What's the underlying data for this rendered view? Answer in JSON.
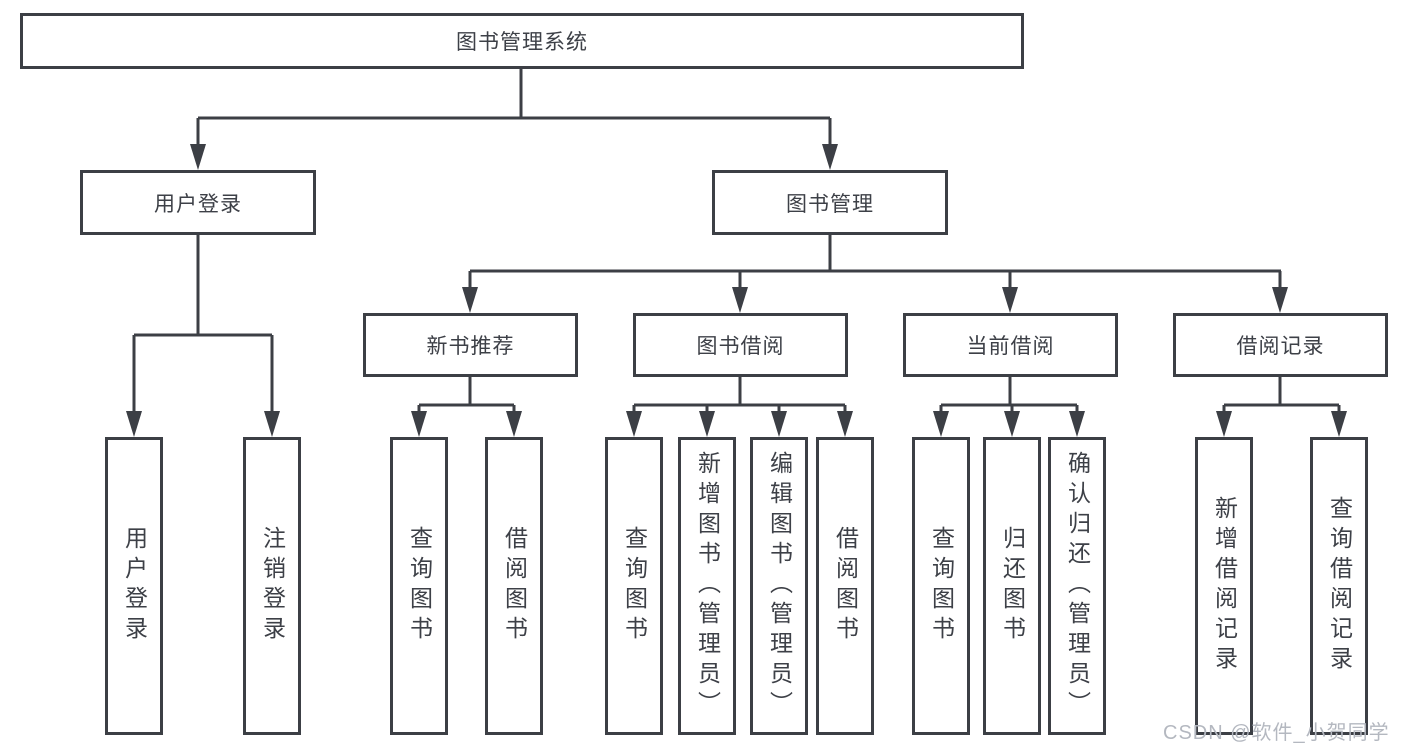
{
  "tree": {
    "root": {
      "label": "图书管理系统",
      "children": [
        {
          "label": "用户登录",
          "children": [
            {
              "label": "用户登录"
            },
            {
              "label": "注销登录"
            }
          ]
        },
        {
          "label": "图书管理",
          "children": [
            {
              "label": "新书推荐",
              "children": [
                {
                  "label": "查询图书"
                },
                {
                  "label": "借阅图书"
                }
              ]
            },
            {
              "label": "图书借阅",
              "children": [
                {
                  "label": "查询图书"
                },
                {
                  "label": "新增图书（管理员）"
                },
                {
                  "label": "编辑图书（管理员）"
                },
                {
                  "label": "借阅图书"
                }
              ]
            },
            {
              "label": "当前借阅",
              "children": [
                {
                  "label": "查询图书"
                },
                {
                  "label": "归还图书"
                },
                {
                  "label": "确认归还（管理员）"
                }
              ]
            },
            {
              "label": "借阅记录",
              "children": [
                {
                  "label": "新增借阅记录"
                },
                {
                  "label": "查询借阅记录"
                }
              ]
            }
          ]
        }
      ]
    }
  },
  "watermark": {
    "text": "CSDN @软件_小贺同学"
  },
  "colors": {
    "line": "#3c3f45",
    "text": "#3d4047",
    "background": "#ffffff",
    "watermark": "#b4b8c0"
  }
}
